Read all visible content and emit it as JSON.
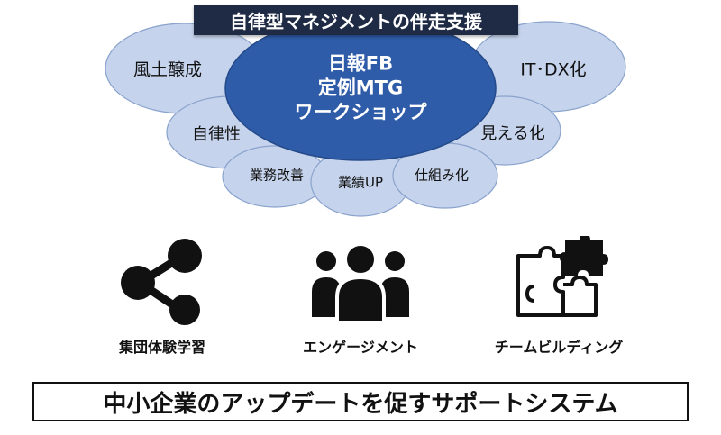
{
  "diagram": {
    "header": "自律型マネジメントの伴走支援",
    "center_lines": [
      "日報FB",
      "定例MTG",
      "ワークショップ"
    ],
    "petals": {
      "culture": "風土醸成",
      "it_dx": "IT･DX化",
      "autonomy": "自律性",
      "visualize": "見える化",
      "process": "業務改善",
      "performance": "業績UP",
      "systemize": "仕組み化"
    },
    "colors": {
      "petal_fill": "#c5d3ec",
      "petal_stroke": "#8aa3cc",
      "center_fill": "#2f5ca8",
      "header_bg": "#1f2a44"
    }
  },
  "features": [
    {
      "label": "集団体験学習",
      "icon": "share-icon"
    },
    {
      "label": "エンゲージメント",
      "icon": "people-group-icon"
    },
    {
      "label": "チームビルディング",
      "icon": "puzzle-icon"
    }
  ],
  "banner": "中小企業のアップデートを促すサポートシステム"
}
